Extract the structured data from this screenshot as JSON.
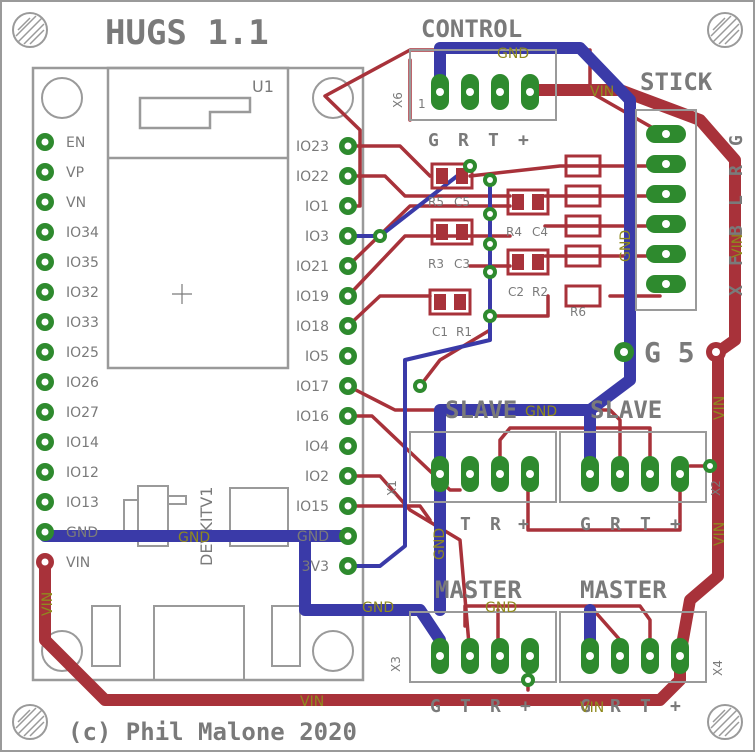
{
  "board": {
    "title": "HUGS 1.1",
    "copyright": "(c) Phil Malone 2020"
  },
  "module": {
    "ref": "U1",
    "dev_label": "DEVKITV1",
    "left_pins": [
      "EN",
      "VP",
      "VN",
      "IO34",
      "IO35",
      "IO32",
      "IO33",
      "IO25",
      "IO26",
      "IO27",
      "IO14",
      "IO12",
      "IO13",
      "GND",
      "VIN"
    ],
    "right_pins": [
      "IO23",
      "IO22",
      "IO1",
      "IO3",
      "IO21",
      "IO19",
      "IO18",
      "IO5",
      "IO17",
      "IO16",
      "IO4",
      "IO2",
      "IO15",
      "GND",
      "3V3"
    ]
  },
  "headers": {
    "control": {
      "title": "CONTROL",
      "ref": "X6",
      "labels": [
        "G",
        "R",
        "T",
        "+"
      ]
    },
    "slave1": {
      "title": "SLAVE",
      "ref": "X1",
      "labels": [
        "T",
        "R",
        "+"
      ]
    },
    "slave2": {
      "title": "SLAVE",
      "ref": "X2",
      "labels": [
        "G",
        "R",
        "T",
        "+"
      ]
    },
    "master1": {
      "title": "MASTER",
      "ref": "X3",
      "labels": [
        "G",
        "T",
        "R",
        "+"
      ]
    },
    "master2": {
      "title": "MASTER",
      "ref": "X4",
      "labels": [
        "G",
        "R",
        "T",
        "+"
      ]
    },
    "stick": {
      "title": "STICK",
      "labels": [
        "X",
        "F",
        "B",
        "L",
        "R",
        "G"
      ]
    }
  },
  "components": {
    "resistors": [
      "R5",
      "R4",
      "R3",
      "R2",
      "R1",
      "R6"
    ],
    "capacitors": [
      "C5",
      "C4",
      "C3",
      "C2",
      "C1"
    ]
  },
  "nets": {
    "gnd": "GND",
    "vin": "VIN",
    "g5": "G 5",
    "pin_one": "1"
  },
  "colors": {
    "top_copper": "#a8323a",
    "bottom_copper": "#3a3aa8",
    "silkscreen": "#7a7a7a",
    "pad": "#2e8a2e",
    "net_label": "#8f8a1e"
  }
}
